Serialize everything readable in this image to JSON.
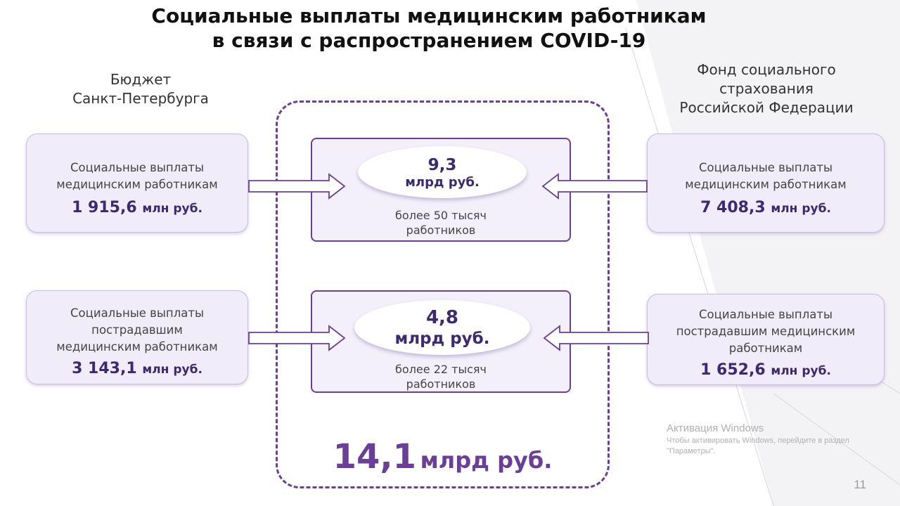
{
  "slide": {
    "title_line1": "Социальные выплаты медицинским работникам",
    "title_line2": "в связи с распространением COVID-19",
    "left_source": {
      "line1": "Бюджет",
      "line2": "Санкт-Петербурга"
    },
    "right_source": {
      "line1": "Фонд социального",
      "line2": "страхования",
      "line3": "Российской Федерации"
    },
    "left_cards": [
      {
        "desc_line1": "Социальные выплаты",
        "desc_line2": "медицинским работникам",
        "amount": "1 915,6",
        "unit": "млн руб."
      },
      {
        "desc_line1": "Социальные выплаты",
        "desc_line2": "пострадавшим",
        "desc_line3": "медицинским работникам",
        "amount": "3 143,1",
        "unit": "млн руб."
      }
    ],
    "right_cards": [
      {
        "desc_line1": "Социальные выплаты",
        "desc_line2": "медицинским работникам",
        "amount": "7 408,3",
        "unit": "млн руб."
      },
      {
        "desc_line1": "Социальные выплаты",
        "desc_line2": "пострадавшим медицинским",
        "desc_line3": "работникам",
        "amount": "1 652,6",
        "unit": "млн руб."
      }
    ],
    "center_boxes": [
      {
        "amount": "9,3",
        "unit": "млрд руб.",
        "workers_line1": "более 50 тысяч",
        "workers_line2": "работников"
      },
      {
        "amount": "4,8",
        "unit": "млрд руб.",
        "workers_line1": "более 22 тысяч",
        "workers_line2": "работников"
      }
    ],
    "total": {
      "amount": "14,1",
      "unit": "млрд руб."
    },
    "page_number": "11"
  },
  "windows_watermark": {
    "title": "Активация Windows",
    "text": "Чтобы активировать Windows, перейдите в раздел \"Параметры\"."
  },
  "colors": {
    "accent_purple": "#6a3f97",
    "dark_purple_text": "#3d2a6e",
    "card_fill": "#f1ecfa"
  }
}
